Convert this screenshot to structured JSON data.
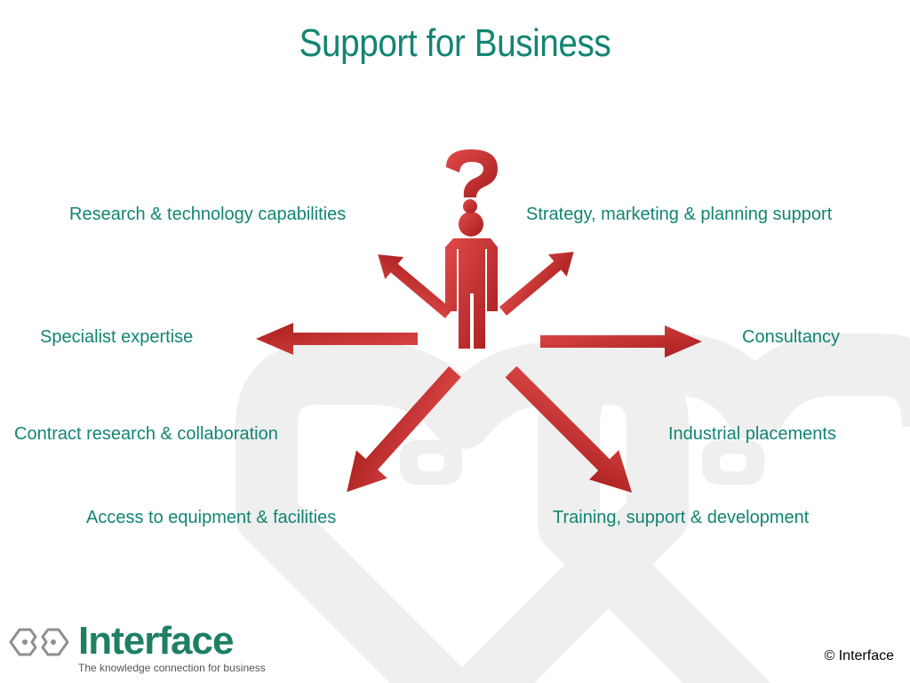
{
  "slide": {
    "title": "Support for Business",
    "copyright": "© Interface"
  },
  "labels": {
    "top_left": "Research & technology capabilities",
    "top_right": "Strategy, marketing & planning support",
    "mid_left": "Specialist expertise",
    "mid_right": "Consultancy",
    "lower_left": "Contract research & collaboration",
    "lower_right": "Industrial placements",
    "bottom_left": "Access to equipment & facilities",
    "bottom_right": "Training, support & development"
  },
  "logo": {
    "name": "Interface",
    "tagline": "The knowledge connection for business"
  },
  "colors": {
    "accent": "#128572",
    "arrow_red": "#c42a2a",
    "watermark": "#eeeeee"
  },
  "icons": {
    "center": "person-question-icon",
    "arrows": "red-direction-arrow"
  }
}
